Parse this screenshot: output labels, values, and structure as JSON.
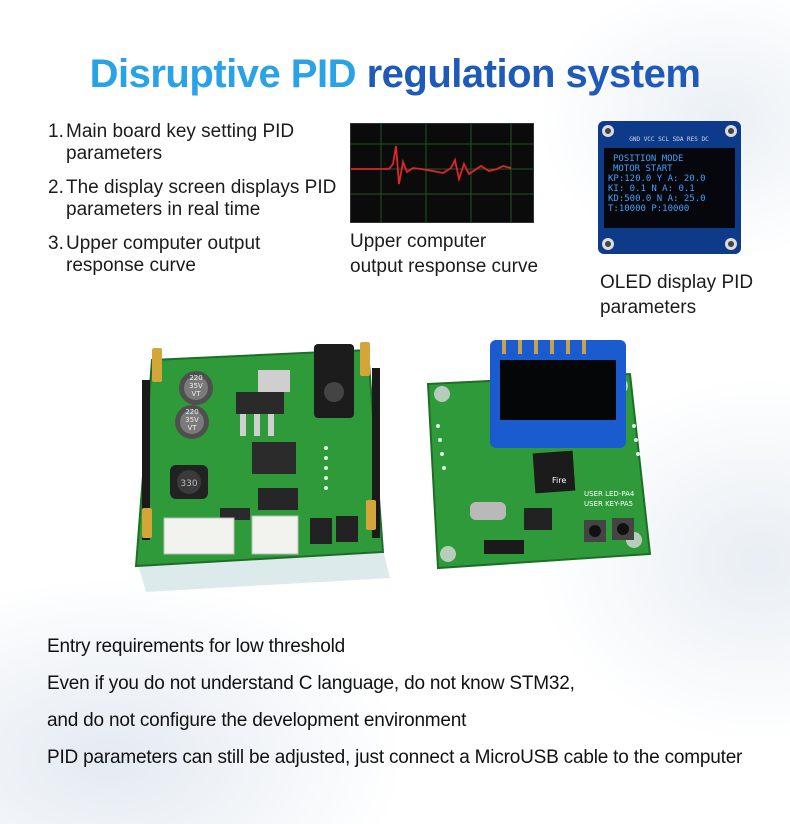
{
  "title": {
    "part1": "Disruptive PID",
    "part2": " regulation system"
  },
  "features": [
    {
      "num": "1.",
      "line1": "Main board key setting PID",
      "line2": "parameters"
    },
    {
      "num": "2.",
      "line1": "The display screen displays PID",
      "line2": "parameters in real time"
    },
    {
      "num": "3.",
      "line1": "Upper computer output",
      "line2": "response curve"
    }
  ],
  "curve_panel": {
    "caption_line1": "Upper computer",
    "caption_line2": "output response curve",
    "line_color": "#e0252a",
    "grid_color": "#1f6b2a"
  },
  "oled_panel": {
    "pin_labels": "GND VCC SCL SDA RES DC",
    "screen_lines": [
      "POSITION MODE",
      "MOTOR START",
      "KP:120.0  Y A: 20.0",
      "KI:  0.1  N A:  0.1",
      "KD:500.0  N A: 25.0",
      "T:10000     P:10000"
    ],
    "caption_line1": "OLED display PID",
    "caption_line2": "parameters",
    "screen_text_color": "#3fa2ff"
  },
  "boards": {
    "left": {
      "cap1_label": "220\n35V\nVT",
      "cap2_label": "220\n35V\nVT",
      "inductor_label": "330",
      "pcb_color": "#2f9a3a"
    },
    "right": {
      "label_led": "USER LED-PA4",
      "label_key": "USER KEY-PA5",
      "label_chip": "Fire",
      "pcb_color": "#2f9a3a"
    }
  },
  "bottom_text": [
    "Entry requirements for low threshold",
    "Even if you do not understand C language, do not know STM32,",
    "and do not configure the development environment",
    "PID parameters can still be adjusted, just connect a MicroUSB cable to the computer"
  ]
}
